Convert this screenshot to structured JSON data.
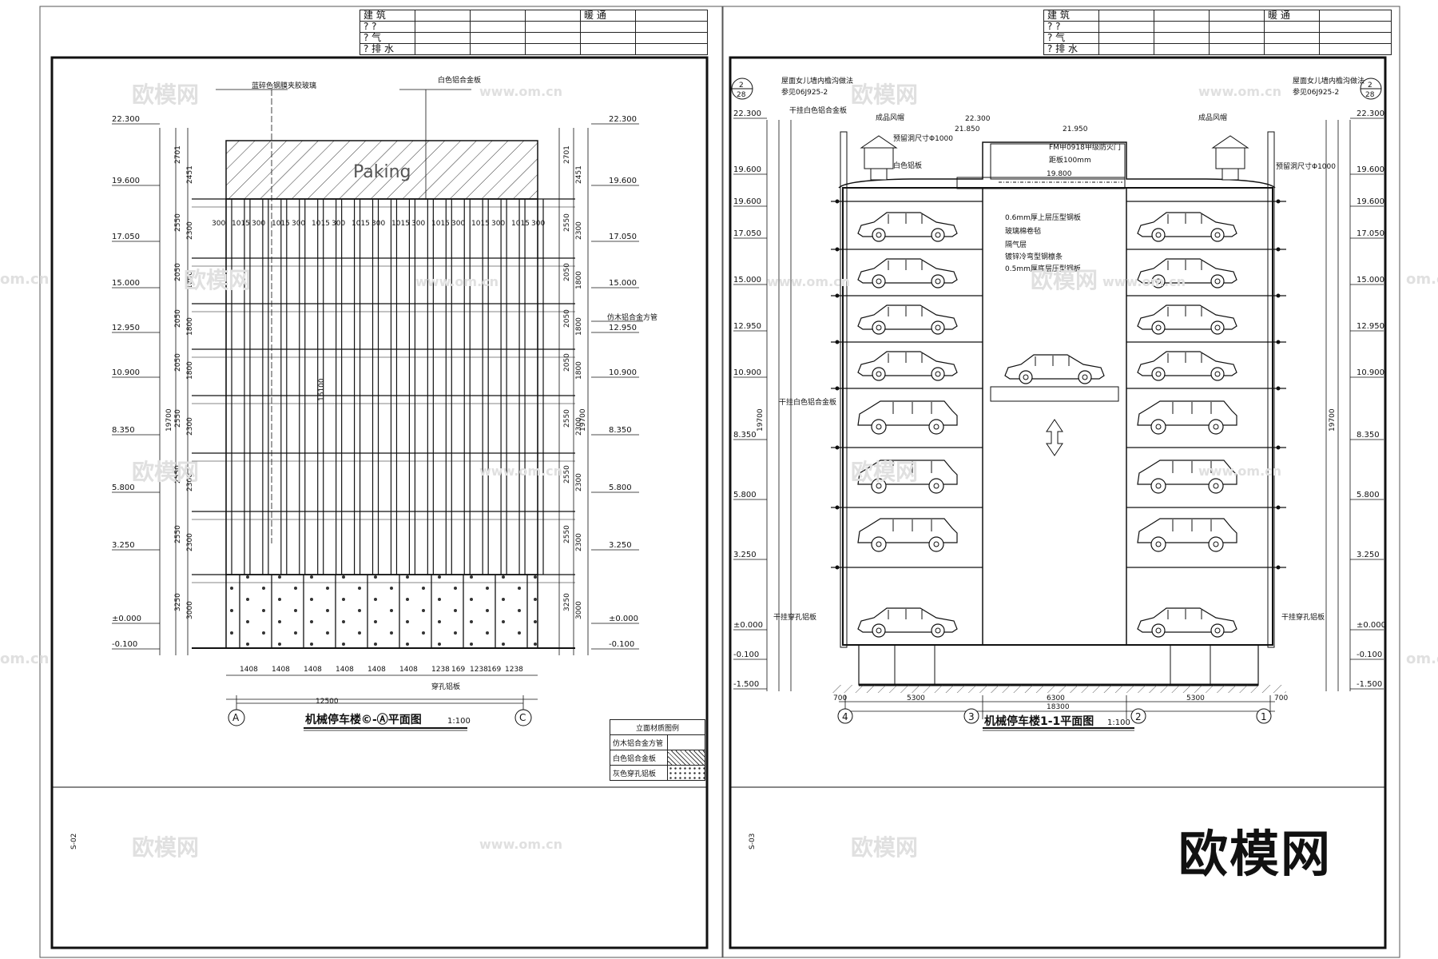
{
  "header_table": {
    "rows": [
      [
        "建  筑",
        "暖  通"
      ],
      [
        "?  ?",
        ""
      ],
      [
        "?  气",
        ""
      ],
      [
        "?  排  水",
        ""
      ]
    ]
  },
  "left_sheet": {
    "title": "机械停车楼©-Ⓐ平面图",
    "scale": "1:100",
    "axis_left": "A",
    "axis_right": "C",
    "paking_text": "Paking",
    "labels": {
      "glass": "蓝碎色钢膜夹胶玻璃",
      "white_panel": "白色铝合金板",
      "wood_pipe": "仿木铝合金方管",
      "perforated": "穿孔铝板"
    },
    "elevations": [
      "22.300",
      "19.600",
      "17.050",
      "15.000",
      "12.950",
      "10.900",
      "8.350",
      "5.800",
      "3.250",
      "±0.000",
      "-0.100"
    ],
    "bottom_dims": [
      "1408",
      "1408",
      "1408",
      "1408",
      "1408",
      "1408",
      "1238",
      "169",
      "1238",
      "169",
      "1238"
    ],
    "total_width": "12500",
    "top_dims": [
      "300",
      "1015",
      "300",
      "1015",
      "300",
      "1015",
      "300",
      "1015",
      "300",
      "1015",
      "300",
      "1015",
      "300",
      "1015",
      "300",
      "1015",
      "300"
    ],
    "height_total": "19700",
    "inner_height": "16100",
    "left_dims": [
      "2701",
      "2451",
      "2550",
      "2300",
      "2050",
      "1800",
      "2050",
      "1800",
      "2050",
      "1800",
      "2550",
      "2300",
      "2550",
      "2300",
      "2550",
      "2300",
      "3250",
      "3000"
    ],
    "legend_title": "立面材质图例",
    "legend_items": [
      "仿木铝合金方管",
      "白色铝合金板",
      "灰色穿孔铝板"
    ],
    "sheet_code": "S-02"
  },
  "right_sheet": {
    "title": "机械停车楼1-1平面图",
    "scale": "1:100",
    "axes": [
      "4",
      "3",
      "2",
      "1"
    ],
    "elevations_left": [
      "22.300",
      "19.600",
      "19.600",
      "17.050",
      "15.000",
      "12.950",
      "10.900",
      "8.350",
      "5.800",
      "3.250",
      "±0.000",
      "-0.100",
      "-1.500"
    ],
    "elevations_right": [
      "22.300",
      "19.600",
      "19.600",
      "17.050",
      "15.000",
      "12.950",
      "10.900",
      "8.350",
      "5.800",
      "3.250",
      "±0.000",
      "-0.100",
      "-1.500"
    ],
    "top_labels": {
      "parapet_left": "屋面女儿墙内檐沟做法",
      "parapet_ref_left": "参见06J925-2",
      "parapet_right": "屋面女儿墙内檐沟做法",
      "parapet_ref_right": "参见06J925-2",
      "detail_ref": "2",
      "detail_sheet": "28",
      "fan_left": "成品风帽",
      "fan_right": "成品风帽",
      "white_panel_top": "干挂白色铝合金板",
      "hole_left": "预留洞尺寸Φ1000",
      "hole_right": "预留洞尺寸Φ1000",
      "white_panel_small": "白色铝板",
      "door": "FM甲0918甲级防火门",
      "door_note": "距板100mm",
      "elev_21850": "21.850",
      "elev_21950": "21.950",
      "elev_19800": "19.800",
      "elev_22300": "22.300"
    },
    "roof_layers": [
      "0.6mm厚上层压型钢板",
      "玻璃棉卷毡",
      "隔气层",
      "镀锌冷弯型钢檩条",
      "0.5mm厚底层压型钢板"
    ],
    "side_labels": {
      "white_alu_side": "干挂白色铝合金板",
      "perforated_left": "干挂穿孔铝板",
      "perforated_right": "干挂穿孔铝板"
    },
    "bottom_dims": [
      "700",
      "5300",
      "6300",
      "5300",
      "700"
    ],
    "total_width": "18300",
    "height_total": "19700",
    "sheet_code": "S-03"
  },
  "watermarks": {
    "cn": "欧模网",
    "url": "www.om.cn",
    "om": "om.cn"
  },
  "brand_logo": "欧模网",
  "colors": {
    "line": "#111111",
    "watermark": "#d8d8d8",
    "paper": "#ffffff"
  }
}
